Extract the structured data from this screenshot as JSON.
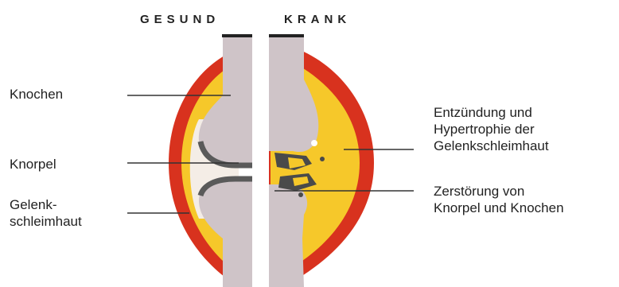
{
  "headers": {
    "healthy": "GESUND",
    "diseased": "KRANK"
  },
  "labels_left": {
    "bone": "Knochen",
    "cartilage": "Knorpel",
    "synovium": "Gelenk-\nschleimhaut"
  },
  "labels_right": {
    "inflammation": "Entzündung und\nHypertrophie der\nGelenkschleimhaut",
    "destruction": "Zerstörung von\nKnorpel und Knochen"
  },
  "colors": {
    "bone": "#cfc4c8",
    "capsule": "#d8321e",
    "fluid": "#f6c82a",
    "cartilage": "#5a5a5a",
    "leader": "#333333"
  }
}
